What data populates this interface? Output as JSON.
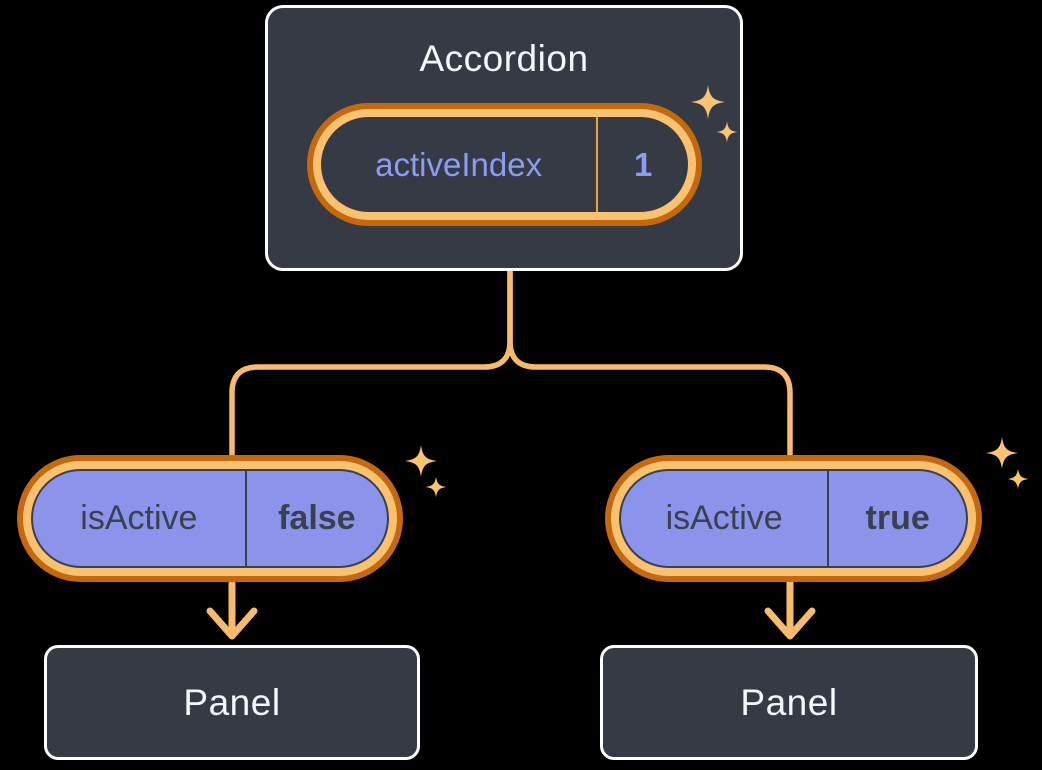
{
  "diagram": {
    "root": {
      "title": "Accordion",
      "state": {
        "name": "activeIndex",
        "value": "1"
      }
    },
    "children": [
      {
        "prop": {
          "name": "isActive",
          "value": "false"
        },
        "panel": "Panel"
      },
      {
        "prop": {
          "name": "isActive",
          "value": "true"
        },
        "panel": "Panel"
      }
    ]
  },
  "icons": {
    "sparkle": "sparkle-icon"
  },
  "colors": {
    "background": "#000000",
    "node_fill": "#353a45",
    "node_border": "#ffffff",
    "node_text": "#f6f7f9",
    "ring_outer_orange": "#c4690f",
    "ring_inner_orange": "#fac26e",
    "connector_orange": "#f7bb6b",
    "sparkle_orange": "#fbc46f",
    "pill_purple_fill": "#8b93ea",
    "purple_text": "#8b9cf4",
    "dark_text": "#39414e",
    "divider_orange": "#e8a23a"
  }
}
